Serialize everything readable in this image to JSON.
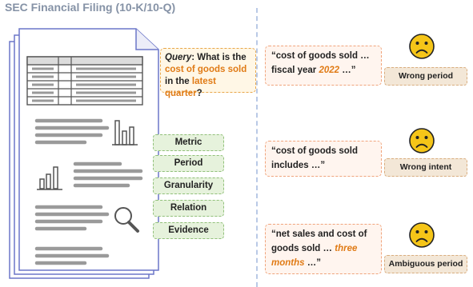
{
  "title": "SEC Financial Filing (10-K/10-Q)",
  "query": {
    "prefix": "Query",
    "text_1": ": What is the",
    "highlight_1": "cost of goods sold",
    "text_2": " in the ",
    "highlight_2": "latest quarter",
    "text_3": "?"
  },
  "dimensions": [
    "Metric",
    "Period",
    "Granularity",
    "Relation",
    "Evidence"
  ],
  "retrievals": [
    {
      "quote_parts": [
        "“cost of goods sold … fiscal year ",
        "2022",
        " …”"
      ],
      "label": "Wrong period",
      "face_icon": "sad-face-icon"
    },
    {
      "quote_parts": [
        "“cost of goods sold includes …”",
        "",
        ""
      ],
      "label": "Wrong intent",
      "face_icon": "sad-face-icon"
    },
    {
      "quote_parts": [
        "“net sales and cost of goods sold … ",
        "three months",
        " …”"
      ],
      "label": "Ambiguous period",
      "face_icon": "sad-face-icon"
    }
  ],
  "colors": {
    "title": "#8592a6",
    "highlight": "#e07b16",
    "query_fill": "#fff7e6",
    "dimension_fill": "#e6f2dc",
    "quote_fill": "#fff5ef",
    "label_fill": "#f3e7d7",
    "face_fill": "#f5c518",
    "document_border": "#6b76c8"
  },
  "icons": [
    "document-stack-icon",
    "table-icon",
    "bar-chart-icon",
    "magnifier-icon",
    "sad-face-icon"
  ]
}
